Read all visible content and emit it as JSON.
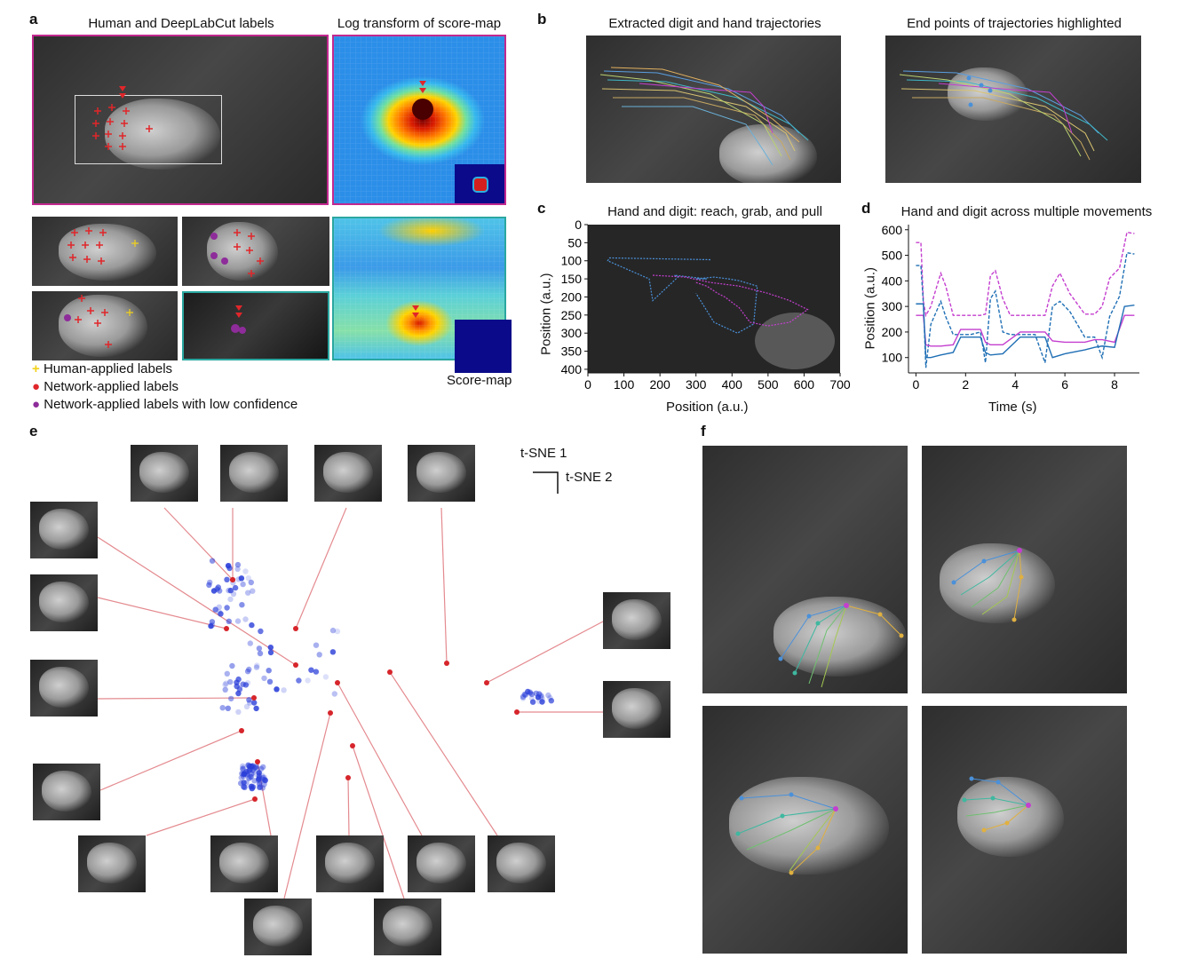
{
  "panel_letters": {
    "a": "a",
    "b": "b",
    "c": "c",
    "d": "d",
    "e": "e",
    "f": "f"
  },
  "panel_a": {
    "title_left": "Human and DeepLabCut labels",
    "title_right": "Log transform of score-map",
    "scoremap_caption": "Score-map",
    "legend": [
      {
        "symbol": "+",
        "color": "#f2d21a",
        "label": "Human-applied labels"
      },
      {
        "symbol": "●",
        "color": "#e0262a",
        "label": "Network-applied labels"
      },
      {
        "symbol": "●",
        "color": "#8e2c9a",
        "label": "Network-applied labels with low confidence"
      }
    ],
    "colors": {
      "frame_magenta": "#c2288f",
      "frame_cyan": "#2aa7a0",
      "box_white": "#dddddd"
    }
  },
  "panel_b": {
    "title_left": "Extracted digit and hand trajectories",
    "title_right": "End points of trajectories highlighted"
  },
  "panel_c": {
    "title": "Hand and digit: reach, grab, and pull",
    "xlabel": "Position (a.u.)",
    "ylabel": "Position (a.u.)",
    "xticks": [
      "0",
      "100",
      "200",
      "300",
      "400",
      "500",
      "600",
      "700"
    ],
    "yticks": [
      "0",
      "50",
      "100",
      "150",
      "200",
      "250",
      "300",
      "350",
      "400"
    ]
  },
  "panel_d": {
    "title": "Hand and digit across multiple movements",
    "xlabel": "Time (s)",
    "ylabel": "Position (a.u.)",
    "xticks": [
      "0",
      "2",
      "4",
      "6",
      "8"
    ],
    "yticks": [
      "100",
      "200",
      "300",
      "400",
      "500",
      "600"
    ]
  },
  "panel_e": {
    "axis1": "t-SNE 1",
    "axis2": "t-SNE 2"
  },
  "chart_data": [
    {
      "type": "line",
      "panel": "c",
      "title": "Hand and digit: reach, grab, and pull",
      "xlabel": "Position (a.u.)",
      "ylabel": "Position (a.u.)",
      "xlim": [
        0,
        700
      ],
      "ylim": [
        0,
        410
      ],
      "y_inverted": true,
      "series": [
        {
          "color": "#4a90d9",
          "style": "dotted",
          "x": [
            340,
            60,
            55,
            170,
            180,
            250,
            240,
            330,
            300,
            350,
            390,
            420,
            470,
            460,
            415,
            350,
            300
          ],
          "y": [
            97,
            92,
            100,
            150,
            210,
            145,
            140,
            150,
            150,
            145,
            150,
            155,
            170,
            275,
            300,
            270,
            190
          ]
        },
        {
          "color": "#c43fcf",
          "style": "dotted",
          "x": [
            180,
            270,
            340,
            420,
            500,
            560,
            610,
            560,
            500,
            450,
            420,
            380,
            360,
            330,
            300
          ],
          "y": [
            140,
            145,
            160,
            170,
            190,
            210,
            235,
            270,
            280,
            270,
            230,
            200,
            190,
            170,
            160
          ]
        }
      ]
    },
    {
      "type": "line",
      "panel": "d",
      "title": "Hand and digit across multiple movements",
      "xlabel": "Time (s)",
      "ylabel": "Position (a.u.)",
      "xlim": [
        -0.3,
        9.0
      ],
      "ylim": [
        40,
        620
      ],
      "series": [
        {
          "color": "#c43fcf",
          "style": "dashed",
          "x": [
            0.0,
            0.2,
            0.3,
            0.4,
            0.6,
            1.0,
            1.2,
            1.5,
            1.8,
            2.2,
            2.6,
            2.8,
            3.0,
            3.2,
            3.5,
            3.8,
            4.2,
            4.8,
            5.2,
            5.5,
            5.8,
            6.2,
            6.8,
            7.2,
            7.5,
            7.8,
            8.2,
            8.5,
            8.8
          ],
          "y": [
            550,
            550,
            320,
            265,
            300,
            430,
            380,
            265,
            265,
            265,
            265,
            270,
            420,
            440,
            330,
            265,
            265,
            265,
            265,
            380,
            430,
            350,
            270,
            270,
            300,
            410,
            450,
            590,
            585
          ]
        },
        {
          "color": "#1f6fb5",
          "style": "dashed",
          "x": [
            0.0,
            0.2,
            0.3,
            0.4,
            0.6,
            1.0,
            1.2,
            1.5,
            1.8,
            2.2,
            2.6,
            2.8,
            3.0,
            3.2,
            3.5,
            3.8,
            4.2,
            4.8,
            5.2,
            5.5,
            5.8,
            6.2,
            6.8,
            7.2,
            7.5,
            7.8,
            8.2,
            8.5,
            8.8
          ],
          "y": [
            460,
            460,
            310,
            60,
            230,
            320,
            260,
            190,
            190,
            190,
            200,
            80,
            330,
            360,
            200,
            190,
            190,
            190,
            80,
            300,
            320,
            280,
            180,
            180,
            100,
            260,
            340,
            510,
            505
          ]
        },
        {
          "color": "#c43fcf",
          "style": "solid",
          "x": [
            0.0,
            0.3,
            0.4,
            0.6,
            1.0,
            1.5,
            1.8,
            2.2,
            2.6,
            2.8,
            3.0,
            3.5,
            4.2,
            4.8,
            5.2,
            5.5,
            6.0,
            6.8,
            7.2,
            7.5,
            8.0,
            8.4,
            8.8
          ],
          "y": [
            265,
            265,
            150,
            145,
            145,
            150,
            210,
            210,
            210,
            160,
            150,
            150,
            200,
            200,
            200,
            165,
            160,
            160,
            170,
            170,
            160,
            265,
            265
          ]
        },
        {
          "color": "#1f6fb5",
          "style": "solid",
          "x": [
            0.0,
            0.3,
            0.4,
            0.6,
            1.0,
            1.5,
            1.8,
            2.2,
            2.6,
            2.8,
            3.0,
            3.5,
            4.2,
            4.8,
            5.2,
            5.5,
            6.0,
            6.8,
            7.2,
            7.5,
            8.0,
            8.4,
            8.8
          ],
          "y": [
            310,
            310,
            100,
            100,
            110,
            120,
            180,
            180,
            180,
            120,
            110,
            115,
            180,
            180,
            180,
            100,
            115,
            130,
            140,
            145,
            140,
            300,
            305
          ]
        }
      ]
    }
  ],
  "colors": {
    "magenta": "#c43fcf",
    "blue": "#1f6fb5",
    "light_blue": "#4a90d9",
    "red_point": "#d6252b",
    "tsne_blue": "#2b3fd9",
    "line_red": "#e48a8f"
  }
}
